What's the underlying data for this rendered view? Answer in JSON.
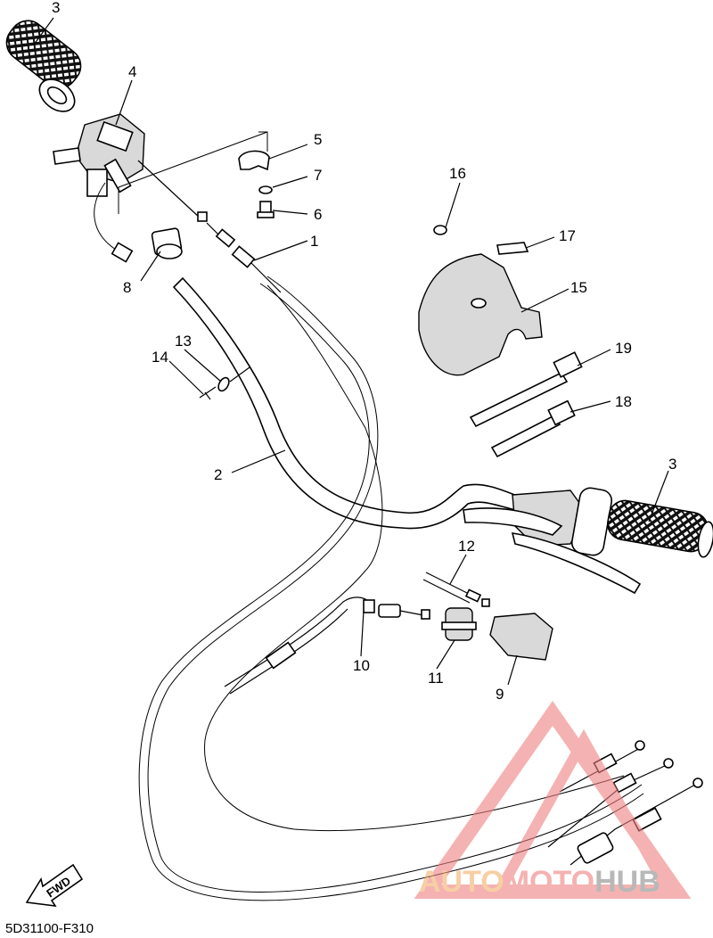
{
  "diagram": {
    "callouts": [
      {
        "id": "c3a",
        "label": "3"
      },
      {
        "id": "c4",
        "label": "4"
      },
      {
        "id": "c5",
        "label": "5"
      },
      {
        "id": "c7",
        "label": "7"
      },
      {
        "id": "c6",
        "label": "6"
      },
      {
        "id": "c1",
        "label": "1"
      },
      {
        "id": "c8",
        "label": "8"
      },
      {
        "id": "c16",
        "label": "16"
      },
      {
        "id": "c17",
        "label": "17"
      },
      {
        "id": "c15",
        "label": "15"
      },
      {
        "id": "c19",
        "label": "19"
      },
      {
        "id": "c18",
        "label": "18"
      },
      {
        "id": "c13",
        "label": "13"
      },
      {
        "id": "c14",
        "label": "14"
      },
      {
        "id": "c2",
        "label": "2"
      },
      {
        "id": "c3b",
        "label": "3"
      },
      {
        "id": "c12",
        "label": "12"
      },
      {
        "id": "c10",
        "label": "10"
      },
      {
        "id": "c11",
        "label": "11"
      },
      {
        "id": "c9",
        "label": "9"
      }
    ],
    "fwd_label": "FWD",
    "drawing_code": "5D31100-F310",
    "watermark": {
      "part1": "AUTO",
      "part2": "MOTO",
      "part3": "HUB"
    },
    "colors": {
      "line": "#000000",
      "watermark_orange": "#f2b06a",
      "watermark_red": "#f08080",
      "watermark_gray": "#8a8a8a"
    }
  }
}
